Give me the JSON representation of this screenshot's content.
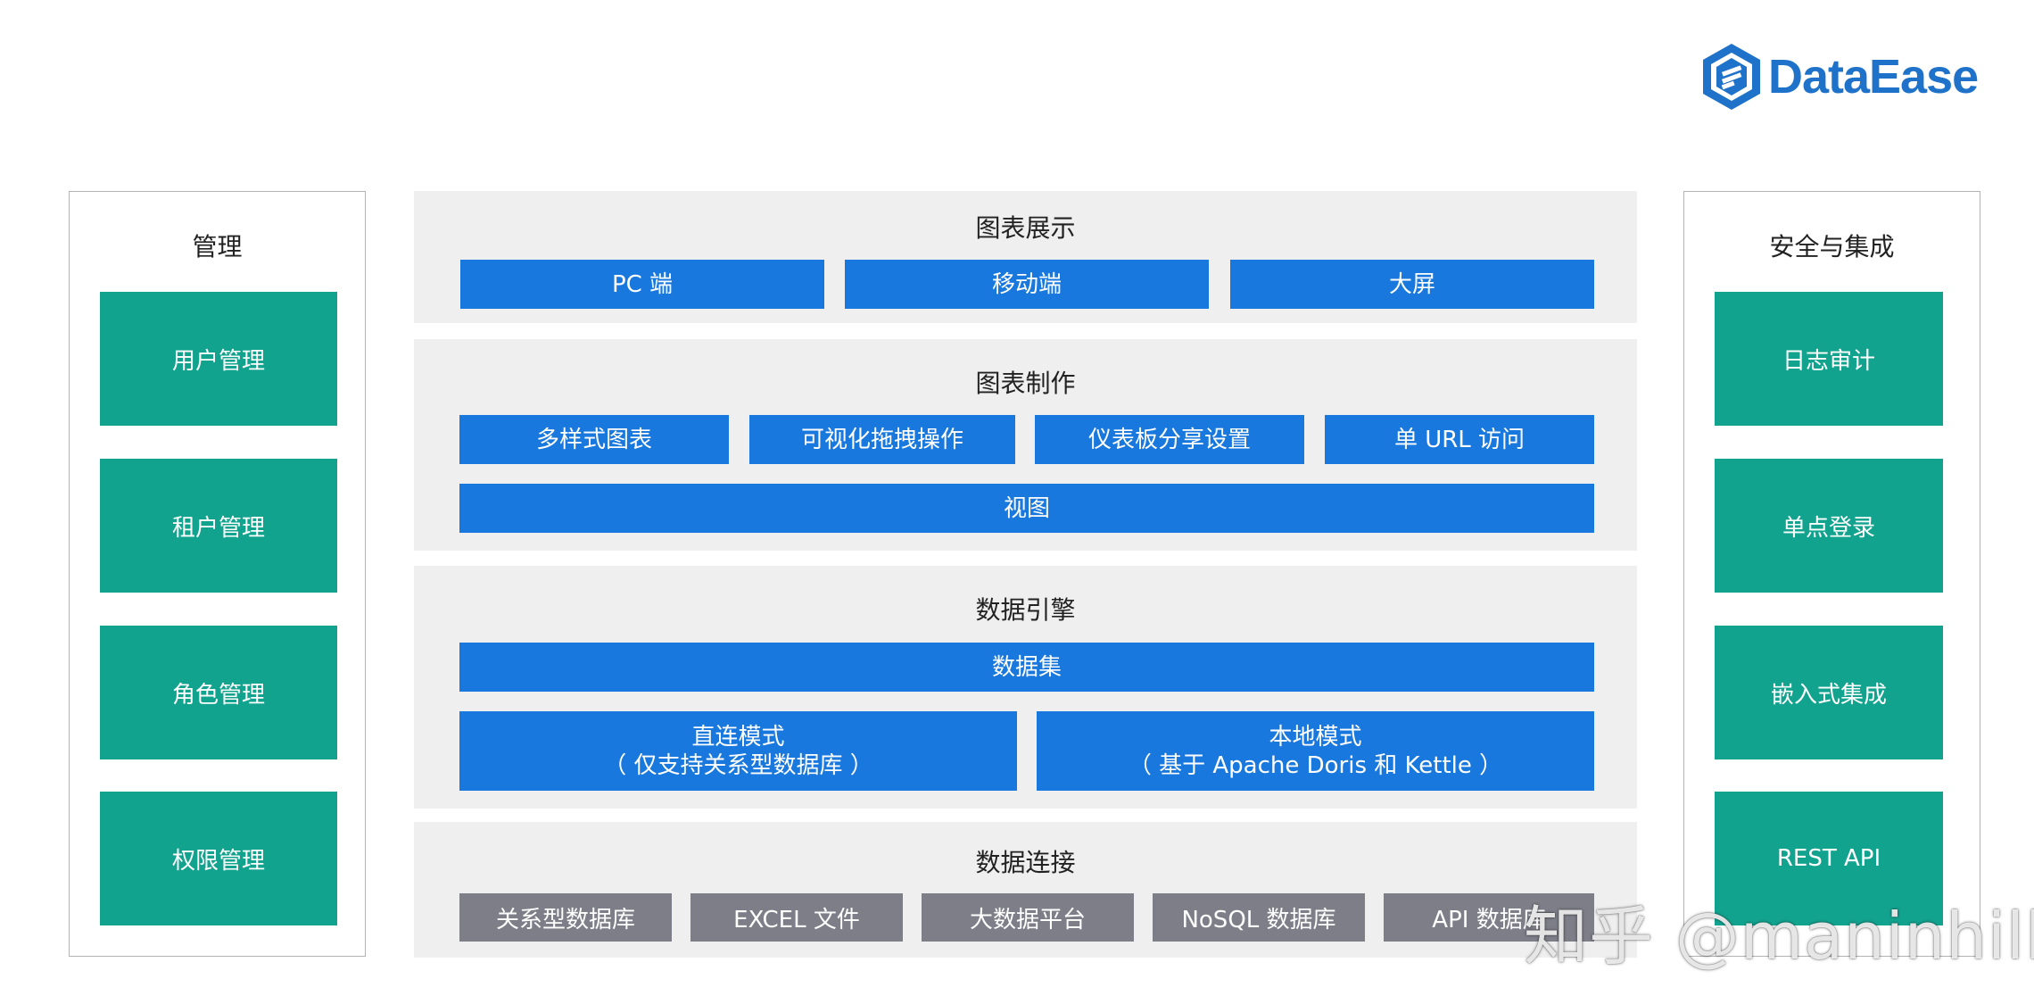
{
  "brand": {
    "name": "DataEase",
    "color": "#1f72c9",
    "icon": "dataease-hexagon-logo-icon"
  },
  "colors": {
    "management_box": "#12a38f",
    "feature_box": "#1878de",
    "connector_box": "#7d7e88",
    "panel_bg": "#efefef"
  },
  "left": {
    "title": "管理",
    "items": [
      "用户管理",
      "租户管理",
      "角色管理",
      "权限管理"
    ]
  },
  "right": {
    "title": "安全与集成",
    "items": [
      "日志审计",
      "单点登录",
      "嵌入式集成",
      "REST API"
    ]
  },
  "display": {
    "title": "图表展示",
    "items": [
      "PC 端",
      "移动端",
      "大屏"
    ]
  },
  "making": {
    "title": "图表制作",
    "items": [
      "多样式图表",
      "可视化拖拽操作",
      "仪表板分享设置",
      "单 URL 访问"
    ],
    "bottom": "视图"
  },
  "engine": {
    "title": "数据引擎",
    "dataset": "数据集",
    "direct": {
      "line1": "直连模式",
      "line2": "（ 仅支持关系型数据库 ）"
    },
    "local": {
      "line1": "本地模式",
      "line2": "（ 基于 Apache Doris 和 Kettle ）"
    }
  },
  "connect": {
    "title": "数据连接",
    "items": [
      "关系型数据库",
      "EXCEL 文件",
      "大数据平台",
      "NoSQL 数据库",
      "API 数据库"
    ]
  },
  "watermark": "知乎 @maninhill"
}
